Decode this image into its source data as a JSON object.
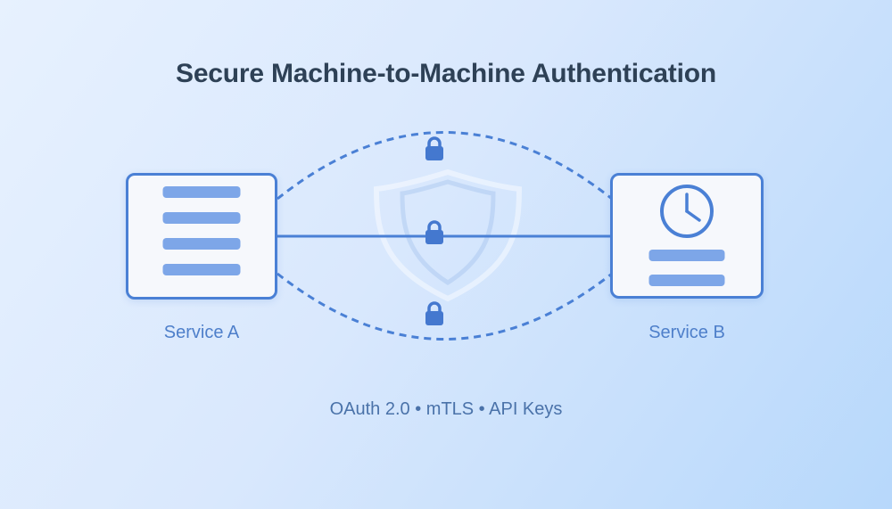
{
  "title": "Secure Machine-to-Machine Authentication",
  "diagram": {
    "service_a": {
      "label": "Service A",
      "icon": "server-rows-icon"
    },
    "service_b": {
      "label": "Service B",
      "icon": "clock-icon"
    },
    "connection": {
      "lock_icon": "padlock-icon",
      "lock_count": 3,
      "watermark_icon": "shield-outline-icon"
    }
  },
  "footer": {
    "protocols": "OAuth 2.0 • mTLS • API Keys"
  },
  "colors": {
    "accent_stroke": "#4a80d5",
    "lock_fill": "#4478cf",
    "bar_fill": "#7da6e8",
    "node_fill": "#f6f8fc",
    "title_text": "#2e4156",
    "label_text": "#4e7fca",
    "footer_text": "#4a72a9",
    "background_top_left": "#e7f1fe",
    "background_bottom_right": "#b7d8fb"
  }
}
